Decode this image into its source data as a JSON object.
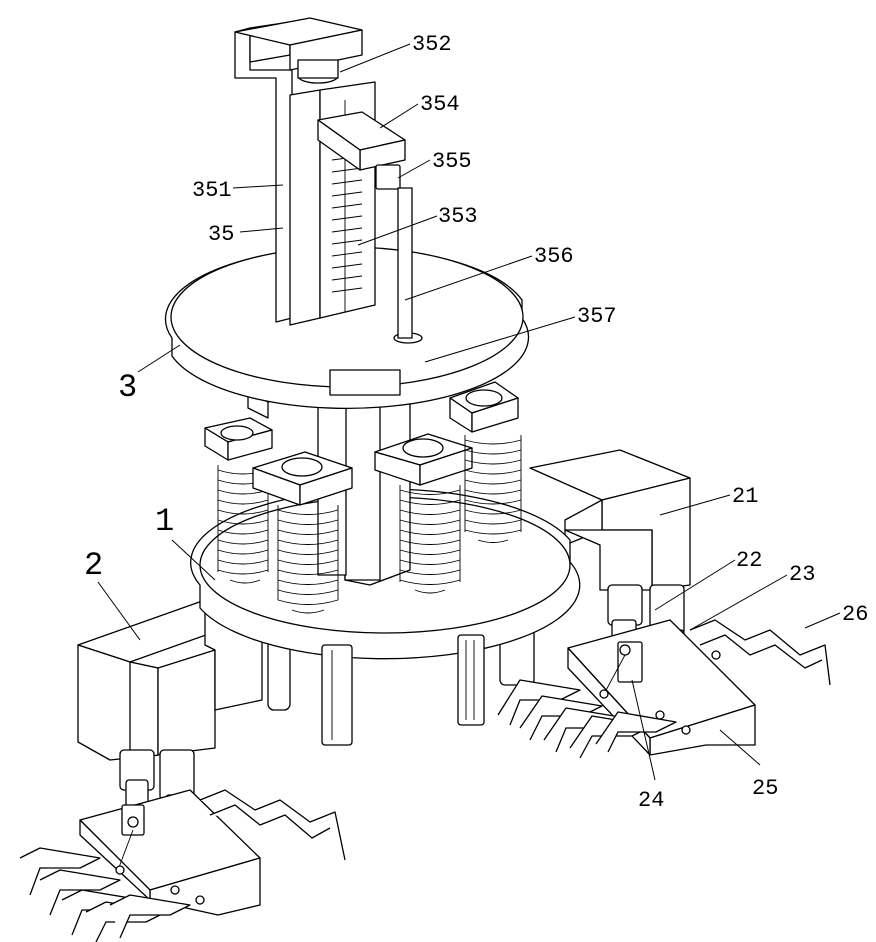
{
  "figure": {
    "colors": {
      "stroke": "#000000",
      "background": "#ffffff"
    },
    "labels": [
      {
        "id": "352",
        "text": "352"
      },
      {
        "id": "354",
        "text": "354"
      },
      {
        "id": "355",
        "text": "355"
      },
      {
        "id": "351",
        "text": "351"
      },
      {
        "id": "353",
        "text": "353"
      },
      {
        "id": "35",
        "text": "35"
      },
      {
        "id": "356",
        "text": "356"
      },
      {
        "id": "357",
        "text": "357"
      },
      {
        "id": "3",
        "text": "3"
      },
      {
        "id": "1",
        "text": "1"
      },
      {
        "id": "2",
        "text": "2"
      },
      {
        "id": "21",
        "text": "21"
      },
      {
        "id": "22",
        "text": "22"
      },
      {
        "id": "23",
        "text": "23"
      },
      {
        "id": "26",
        "text": "26"
      },
      {
        "id": "24",
        "text": "24"
      },
      {
        "id": "25",
        "text": "25"
      }
    ]
  }
}
